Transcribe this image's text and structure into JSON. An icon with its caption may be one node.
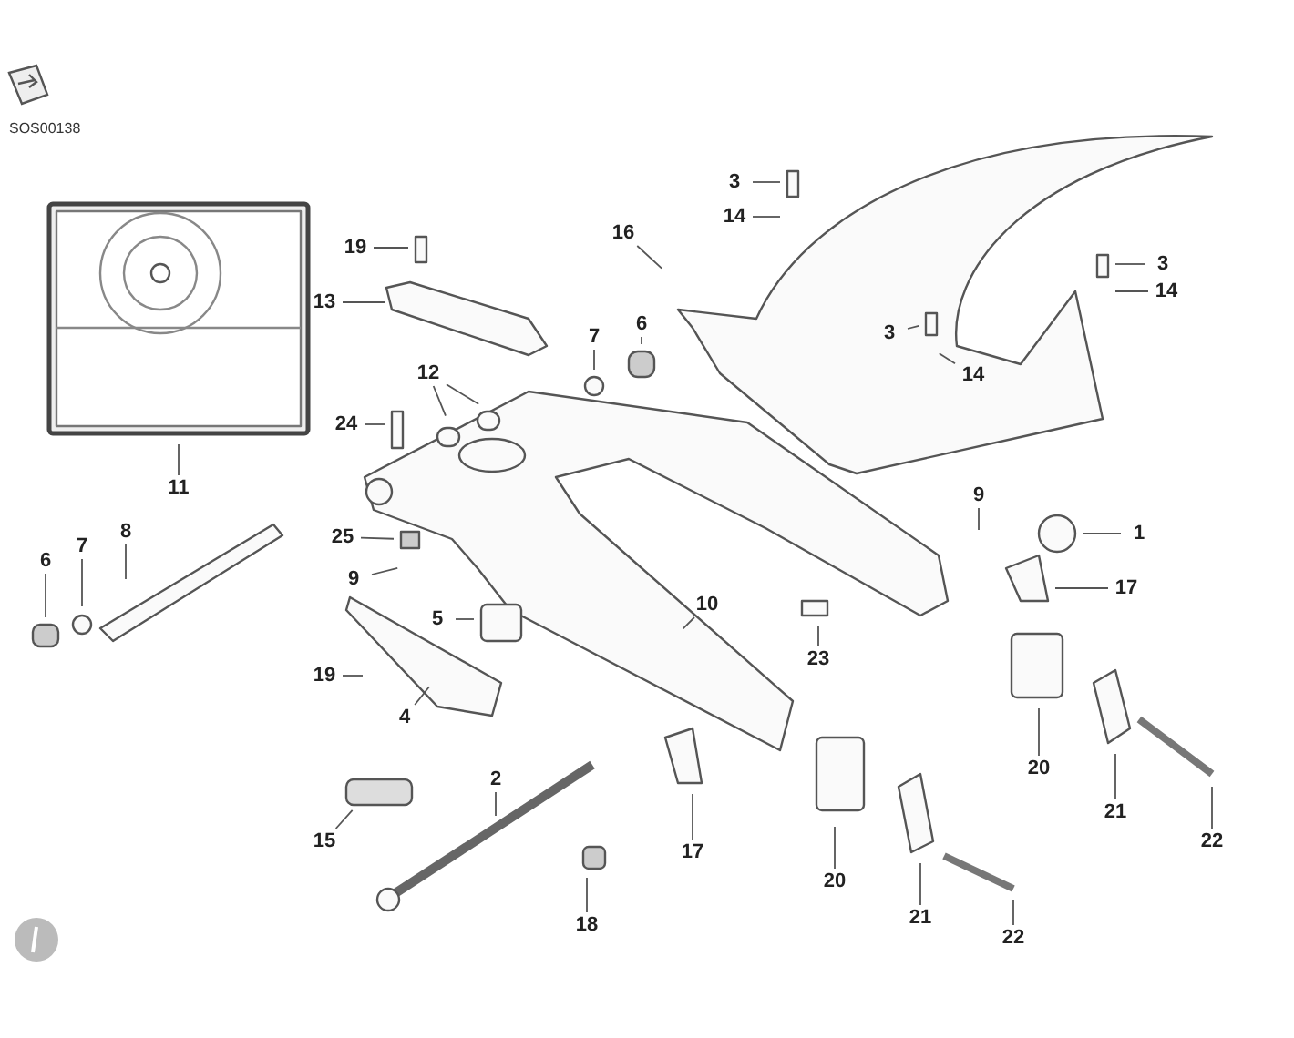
{
  "diagram": {
    "nodes": [
      {
        "text": [
          "3"
        ]
      },
      {
        "text": [
          "14"
        ]
      },
      {
        "text": [
          "19"
        ]
      },
      {
        "text": [
          "16"
        ]
      },
      {
        "text": [
          "3"
        ]
      },
      {
        "text": [
          "14"
        ]
      },
      {
        "text": [
          "13"
        ]
      },
      {
        "text": [
          "7"
        ]
      },
      {
        "text": [
          "6"
        ]
      },
      {
        "text": [
          "3"
        ]
      },
      {
        "text": [
          "14"
        ]
      },
      {
        "text": [
          "12"
        ]
      },
      {
        "text": [
          "24"
        ]
      },
      {
        "text": [
          "11"
        ]
      },
      {
        "text": [
          "6"
        ]
      },
      {
        "text": [
          "7"
        ]
      },
      {
        "text": [
          "8"
        ]
      },
      {
        "text": [
          "25"
        ]
      },
      {
        "text": [
          "9"
        ]
      },
      {
        "text": [
          "9"
        ]
      },
      {
        "text": [
          "1"
        ]
      },
      {
        "text": [
          "10"
        ]
      },
      {
        "text": [
          "17"
        ]
      },
      {
        "text": [
          "5"
        ]
      },
      {
        "text": [
          "19"
        ]
      },
      {
        "text": [
          "23"
        ]
      },
      {
        "text": [
          "4"
        ]
      },
      {
        "text": [
          "2"
        ]
      },
      {
        "text": [
          "15"
        ]
      },
      {
        "text": [
          "17"
        ]
      },
      {
        "text": [
          "20"
        ]
      },
      {
        "text": [
          "21"
        ]
      },
      {
        "text": [
          "22"
        ]
      },
      {
        "text": [
          "20"
        ]
      },
      {
        "text": [
          "21"
        ]
      },
      {
        "text": [
          "18"
        ]
      },
      {
        "text": [
          "22"
        ]
      }
    ],
    "edges": [
      {
        "from": 0,
        "to": null,
        "arrow": "none"
      },
      {
        "from": 1,
        "to": null,
        "arrow": "none"
      },
      {
        "from": 2,
        "to": null,
        "arrow": "none"
      },
      {
        "from": 3,
        "to": null,
        "arrow": "none"
      },
      {
        "from": 4,
        "to": null,
        "arrow": "none"
      },
      {
        "from": 5,
        "to": null,
        "arrow": "none"
      },
      {
        "from": 6,
        "to": null,
        "arrow": "none"
      },
      {
        "from": 7,
        "to": null,
        "arrow": "none"
      },
      {
        "from": 8,
        "to": null,
        "arrow": "none"
      },
      {
        "from": 9,
        "to": null,
        "arrow": "none"
      },
      {
        "from": 10,
        "to": null,
        "arrow": "none"
      },
      {
        "from": 11,
        "to": null,
        "arrow": "none"
      },
      {
        "from": 11,
        "to": null,
        "arrow": "none"
      },
      {
        "from": 12,
        "to": null,
        "arrow": "none"
      },
      {
        "from": 13,
        "to": null,
        "arrow": "none"
      },
      {
        "from": 14,
        "to": null,
        "arrow": "none"
      },
      {
        "from": 15,
        "to": null,
        "arrow": "none"
      },
      {
        "from": 16,
        "to": null,
        "arrow": "none"
      },
      {
        "from": 17,
        "to": null,
        "arrow": "none"
      },
      {
        "from": 18,
        "to": null,
        "arrow": "none"
      },
      {
        "from": 19,
        "to": null,
        "arrow": "none"
      },
      {
        "from": 20,
        "to": null,
        "arrow": "none"
      },
      {
        "from": 21,
        "to": null,
        "arrow": "none"
      },
      {
        "from": 22,
        "to": null,
        "arrow": "none"
      },
      {
        "from": 23,
        "to": null,
        "arrow": "none"
      },
      {
        "from": 24,
        "to": null,
        "arrow": "none"
      },
      {
        "from": 25,
        "to": null,
        "arrow": "none"
      },
      {
        "from": 26,
        "to": null,
        "arrow": "none"
      },
      {
        "from": 27,
        "to": null,
        "arrow": "none"
      },
      {
        "from": 28,
        "to": null,
        "arrow": "none"
      },
      {
        "from": 29,
        "to": null,
        "arrow": "none"
      },
      {
        "from": 30,
        "to": null,
        "arrow": "none"
      },
      {
        "from": 31,
        "to": null,
        "arrow": "none"
      },
      {
        "from": 32,
        "to": null,
        "arrow": "none"
      },
      {
        "from": 33,
        "to": null,
        "arrow": "none"
      },
      {
        "from": 34,
        "to": null,
        "arrow": "none"
      },
      {
        "from": 35,
        "to": null,
        "arrow": "none"
      },
      {
        "from": 36,
        "to": null,
        "arrow": "none"
      }
    ],
    "labels": [
      "SOS00138"
    ]
  }
}
